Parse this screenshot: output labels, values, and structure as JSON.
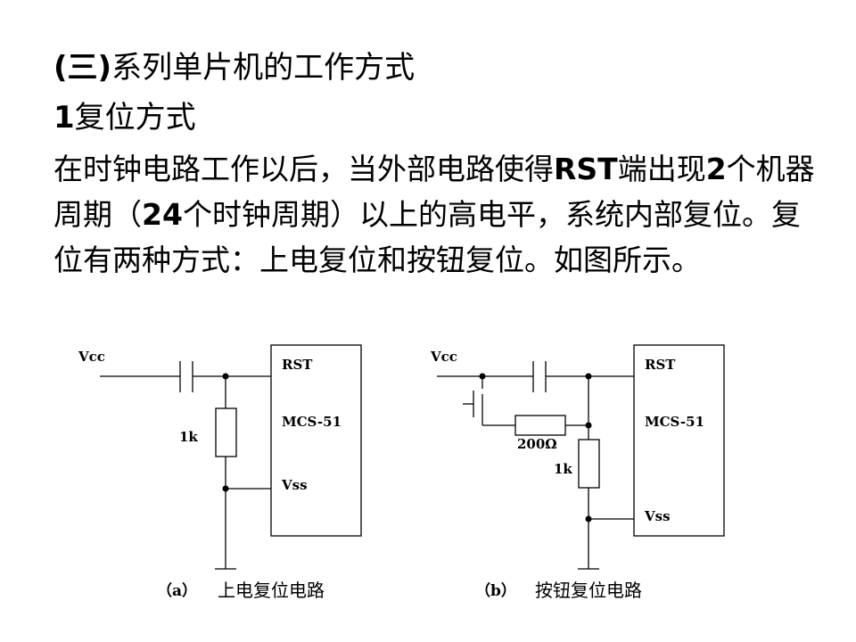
{
  "heading1": {
    "prefix": "(三)",
    "text": "系列单片机的工作方式"
  },
  "heading2": {
    "num": "1",
    "text": "复位方式"
  },
  "paragraph": {
    "p1": "在时钟电路工作以后，当外部电路使得",
    "rst": "RST",
    "p2": "端出现",
    "two": "2",
    "p3": "个机器周期（",
    "twentyfour": "24",
    "p4": "个时钟周期）以上的高电平，系统内部复位。复位有两种方式：上电复位和按钮复位。如图所示。"
  },
  "circuit_a": {
    "vcc": "Vcc",
    "resistor": "1k",
    "chip_pins": [
      "RST",
      "MCS-51",
      "Vss"
    ],
    "caption_tag": "（a）",
    "caption": "上电复位电路"
  },
  "circuit_b": {
    "vcc": "Vcc",
    "resistor_series": "200Ω",
    "resistor": "1k",
    "chip_pins": [
      "RST",
      "MCS-51",
      "Vss"
    ],
    "caption_tag": "（b）",
    "caption": "按钮复位电路"
  }
}
